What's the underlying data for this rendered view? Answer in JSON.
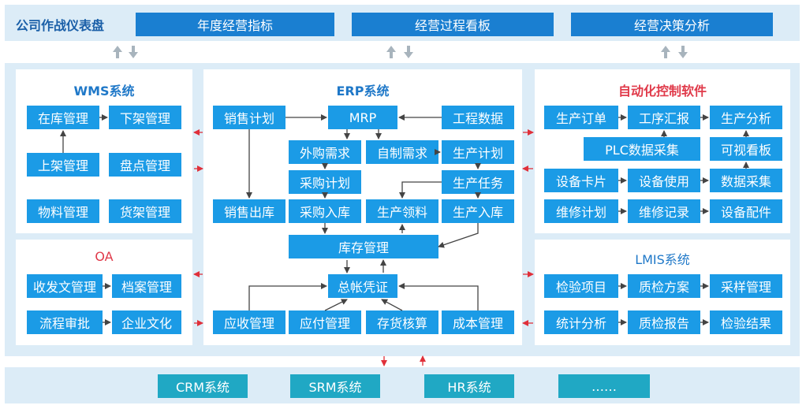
{
  "top": {
    "title": "公司作战仪表盘",
    "items": [
      "年度经营指标",
      "经营过程看板",
      "经营决策分析"
    ]
  },
  "wms": {
    "title": "WMS系统",
    "items": [
      "在库管理",
      "下架管理",
      "上架管理",
      "盘点管理",
      "物料管理",
      "货架管理"
    ]
  },
  "oa": {
    "title": "OA",
    "items": [
      "收发文管理",
      "档案管理",
      "流程审批",
      "企业文化"
    ]
  },
  "erp": {
    "title": "ERP系统",
    "items": [
      "销售计划",
      "MRP",
      "工程数据",
      "外购需求",
      "自制需求",
      "生产计划",
      "采购计划",
      "生产任务",
      "销售出库",
      "采购入库",
      "生产领料",
      "生产入库",
      "库存管理",
      "总帐凭证",
      "应收管理",
      "应付管理",
      "存货核算",
      "成本管理"
    ]
  },
  "auto": {
    "title": "自动化控制软件",
    "items": [
      "生产订单",
      "工序汇报",
      "生产分析",
      "PLC数据采集",
      "可视看板",
      "设备卡片",
      "设备使用",
      "数据采集",
      "维修计划",
      "维修记录",
      "设备配件"
    ]
  },
  "lmis": {
    "title": "LMIS系统",
    "items": [
      "检验项目",
      "质检方案",
      "采样管理",
      "统计分析",
      "质检报告",
      "检验结果"
    ]
  },
  "bottom": {
    "items": [
      "CRM系统",
      "SRM系统",
      "HR系统",
      "……"
    ]
  },
  "colors": {
    "band": "#dcecf7",
    "box": "#1b9be6",
    "top_box": "#1a7fd1",
    "bottom_box": "#20a8c4",
    "connector": "#444444",
    "interface_arrow": "#e0303a",
    "exchange_arrow": "#a8b4bd"
  }
}
